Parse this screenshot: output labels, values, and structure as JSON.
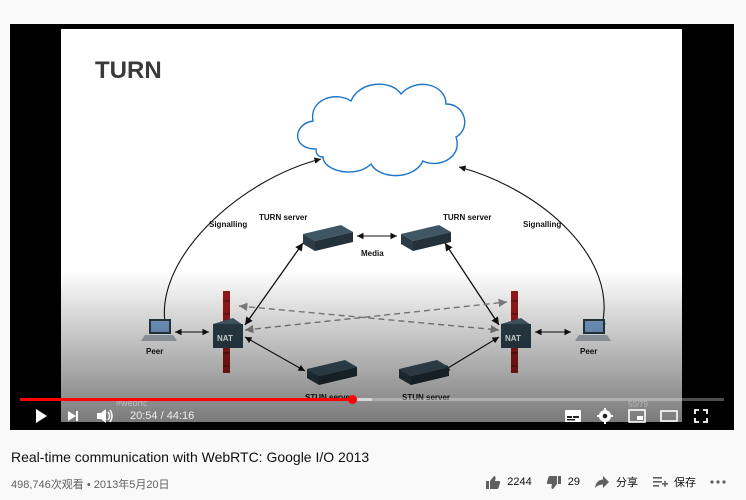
{
  "slide": {
    "title": "TURN",
    "labels": {
      "signalling_left": "Signalling",
      "signalling_right": "Signalling",
      "turn_left": "TURN server",
      "turn_right": "TURN server",
      "media": "Media",
      "nat_left": "NAT",
      "nat_right": "NAT",
      "peer_left": "Peer",
      "peer_right": "Peer",
      "stun_left": "STUN server",
      "stun_right": "STUN server"
    },
    "watermark": "#webrtc",
    "page_number": "50/79"
  },
  "player": {
    "current_time": "20:54",
    "separator": "/",
    "duration": "44:16",
    "played_fraction": 0.472,
    "loaded_fraction": 0.5,
    "accent_color": "#ff0000"
  },
  "video": {
    "title": "Real-time communication with WebRTC: Google I/O 2013",
    "meta": "498,746次观看 • 2013年5月20日"
  },
  "actions": {
    "like_count": "2244",
    "dislike_count": "29",
    "share_label": "分享",
    "save_label": "保存"
  },
  "icons": [
    "play-icon",
    "next-icon",
    "volume-icon",
    "subtitles-icon",
    "settings-icon",
    "miniplayer-icon",
    "theater-icon",
    "fullscreen-icon",
    "like-icon",
    "dislike-icon",
    "share-icon",
    "save-icon",
    "more-icon"
  ]
}
